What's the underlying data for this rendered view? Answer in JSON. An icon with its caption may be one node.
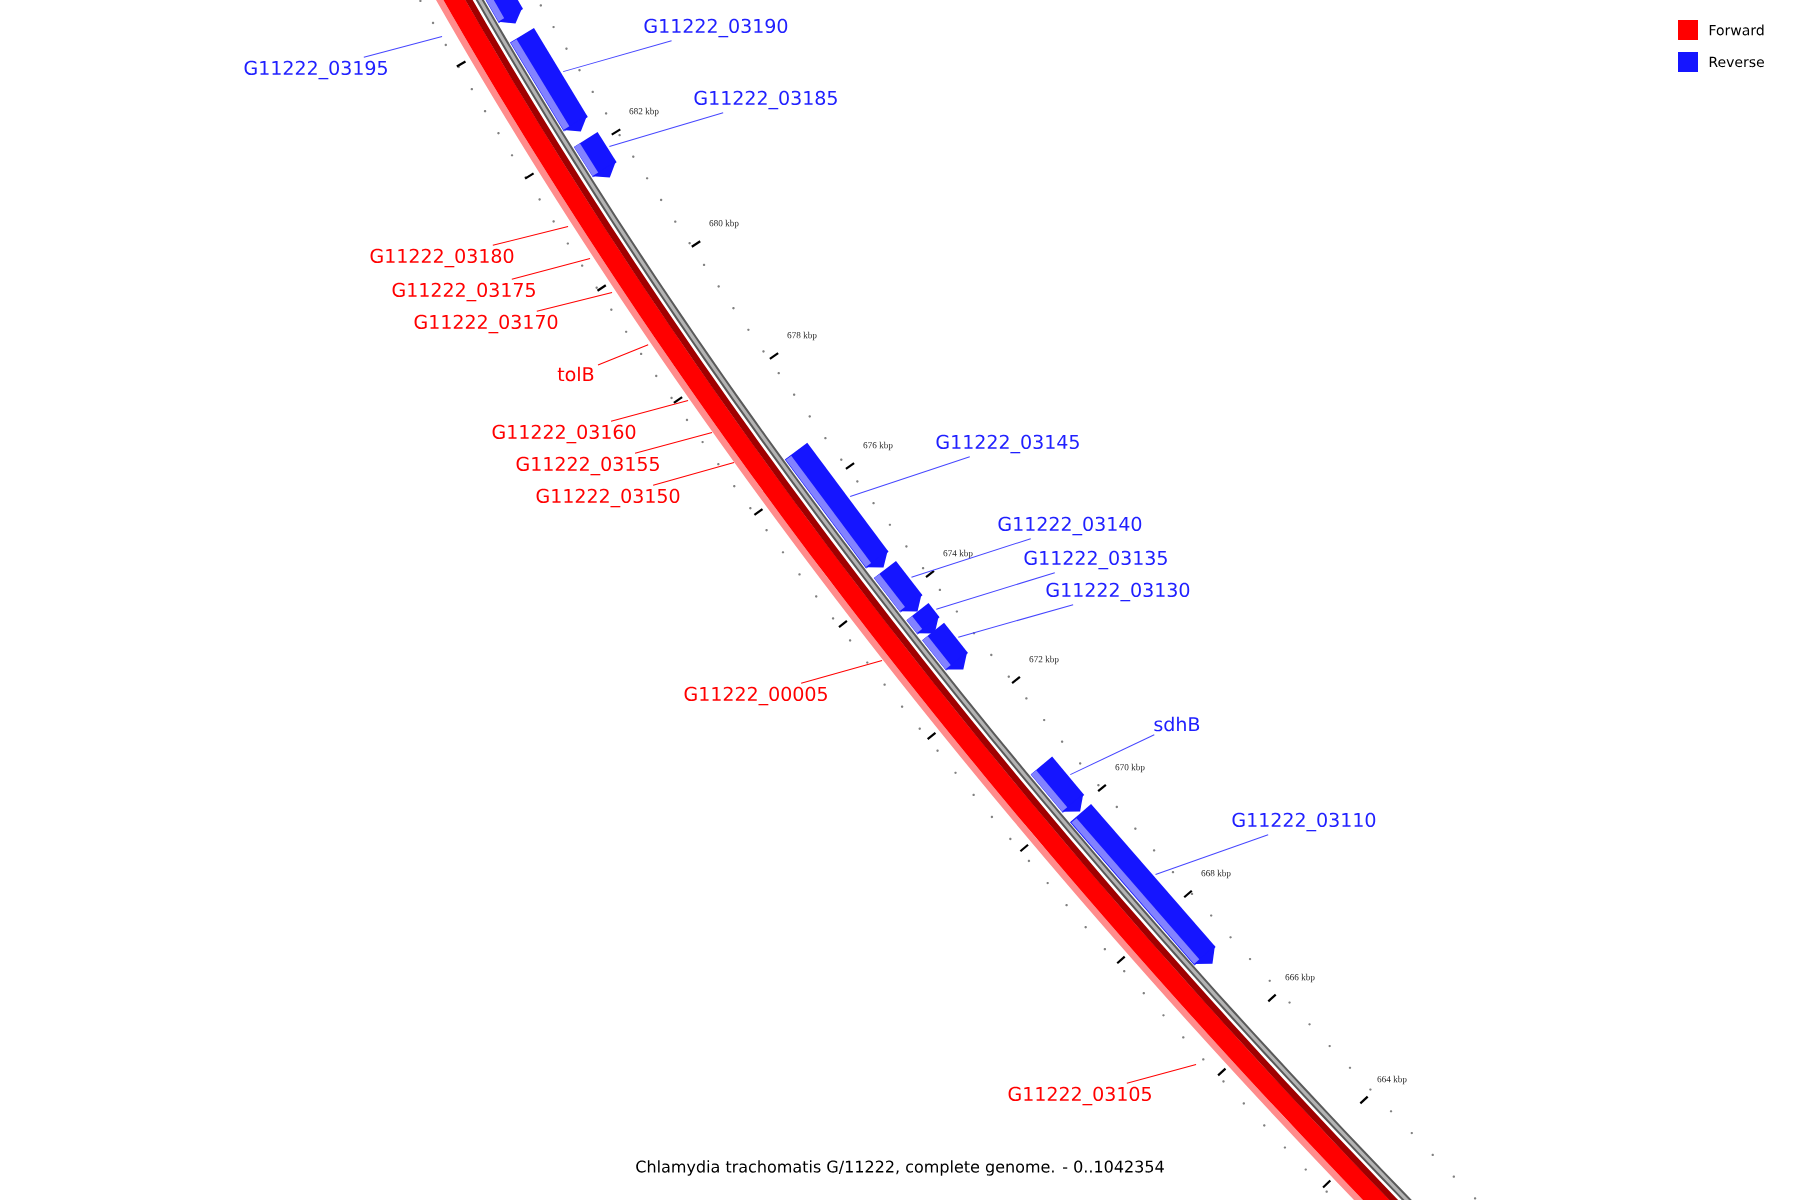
{
  "diagram": {
    "caption": "Chlamydia trachomatis G/11222, complete genome. - 0..1042354",
    "nodes": [
      {
        "text": [
          "G11222_03190"
        ]
      },
      {
        "text": [
          "G11222_03195"
        ]
      },
      {
        "text": [
          "G11222_03185"
        ]
      },
      {
        "text": [
          "G11222_03180"
        ]
      },
      {
        "text": [
          "G11222_03175"
        ]
      },
      {
        "text": [
          "G11222_03170"
        ]
      },
      {
        "text": [
          "tolB"
        ]
      },
      {
        "text": [
          "G11222_03160"
        ]
      },
      {
        "text": [
          "G11222_03145"
        ]
      },
      {
        "text": [
          "G11222_03155"
        ]
      },
      {
        "text": [
          "G11222_03150"
        ]
      },
      {
        "text": [
          "G11222_03140"
        ]
      },
      {
        "text": [
          "G11222_03135"
        ]
      },
      {
        "text": [
          "G11222_03130"
        ]
      },
      {
        "text": [
          "G11222_00005"
        ]
      },
      {
        "text": [
          "sdhB"
        ]
      },
      {
        "text": [
          "G11222_03110"
        ]
      },
      {
        "text": [
          "G11222_03105"
        ]
      },
      {
        "text": [],
        "shape": "bar"
      },
      {
        "text": [],
        "shape": "bar"
      },
      {
        "text": [],
        "shape": "bar"
      },
      {
        "text": [],
        "shape": "bar"
      },
      {
        "text": [],
        "shape": "bar"
      },
      {
        "text": [],
        "shape": "bar"
      },
      {
        "text": [],
        "shape": "bar"
      },
      {
        "text": [],
        "shape": "bar"
      },
      {
        "text": [],
        "shape": "bar"
      }
    ],
    "edges": [
      {
        "from": 0,
        "to": 19,
        "arrow": "none"
      },
      {
        "from": 1,
        "to": null,
        "arrow": "none"
      },
      {
        "from": 2,
        "to": 20,
        "arrow": "none"
      },
      {
        "from": 3,
        "to": null,
        "arrow": "none",
        "color": "#ff0000"
      },
      {
        "from": 4,
        "to": null,
        "arrow": "none",
        "color": "#ff0000"
      },
      {
        "from": 5,
        "to": null,
        "arrow": "none",
        "color": "#ff0000"
      },
      {
        "from": 6,
        "to": null,
        "arrow": "none",
        "color": "#ff0000"
      },
      {
        "from": 7,
        "to": null,
        "arrow": "none",
        "color": "#ff0000"
      },
      {
        "from": 8,
        "to": 21,
        "arrow": "none"
      },
      {
        "from": 9,
        "to": null,
        "arrow": "none",
        "color": "#ff0000"
      },
      {
        "from": 10,
        "to": null,
        "arrow": "none",
        "color": "#ff0000"
      },
      {
        "from": 11,
        "to": 22,
        "arrow": "none"
      },
      {
        "from": 12,
        "to": 23,
        "arrow": "none"
      },
      {
        "from": 13,
        "to": 24,
        "arrow": "none"
      },
      {
        "from": 14,
        "to": null,
        "arrow": "none",
        "color": "#ff0000"
      },
      {
        "from": 15,
        "to": 25,
        "arrow": "none"
      },
      {
        "from": 16,
        "to": 26,
        "arrow": "none"
      },
      {
        "from": 17,
        "to": null,
        "arrow": "none",
        "color": "#ff0000"
      }
    ],
    "labels": [
      "682 kbp",
      "680 kbp",
      "678 kbp",
      "676 kbp",
      "674 kbp",
      "672 kbp",
      "670 kbp",
      "668 kbp",
      "666 kbp",
      "664 kbp"
    ],
    "legend": [
      {
        "text": "Forward",
        "color": "#ff0000"
      },
      {
        "text": "Reverse",
        "color": "#1515ff"
      }
    ]
  }
}
